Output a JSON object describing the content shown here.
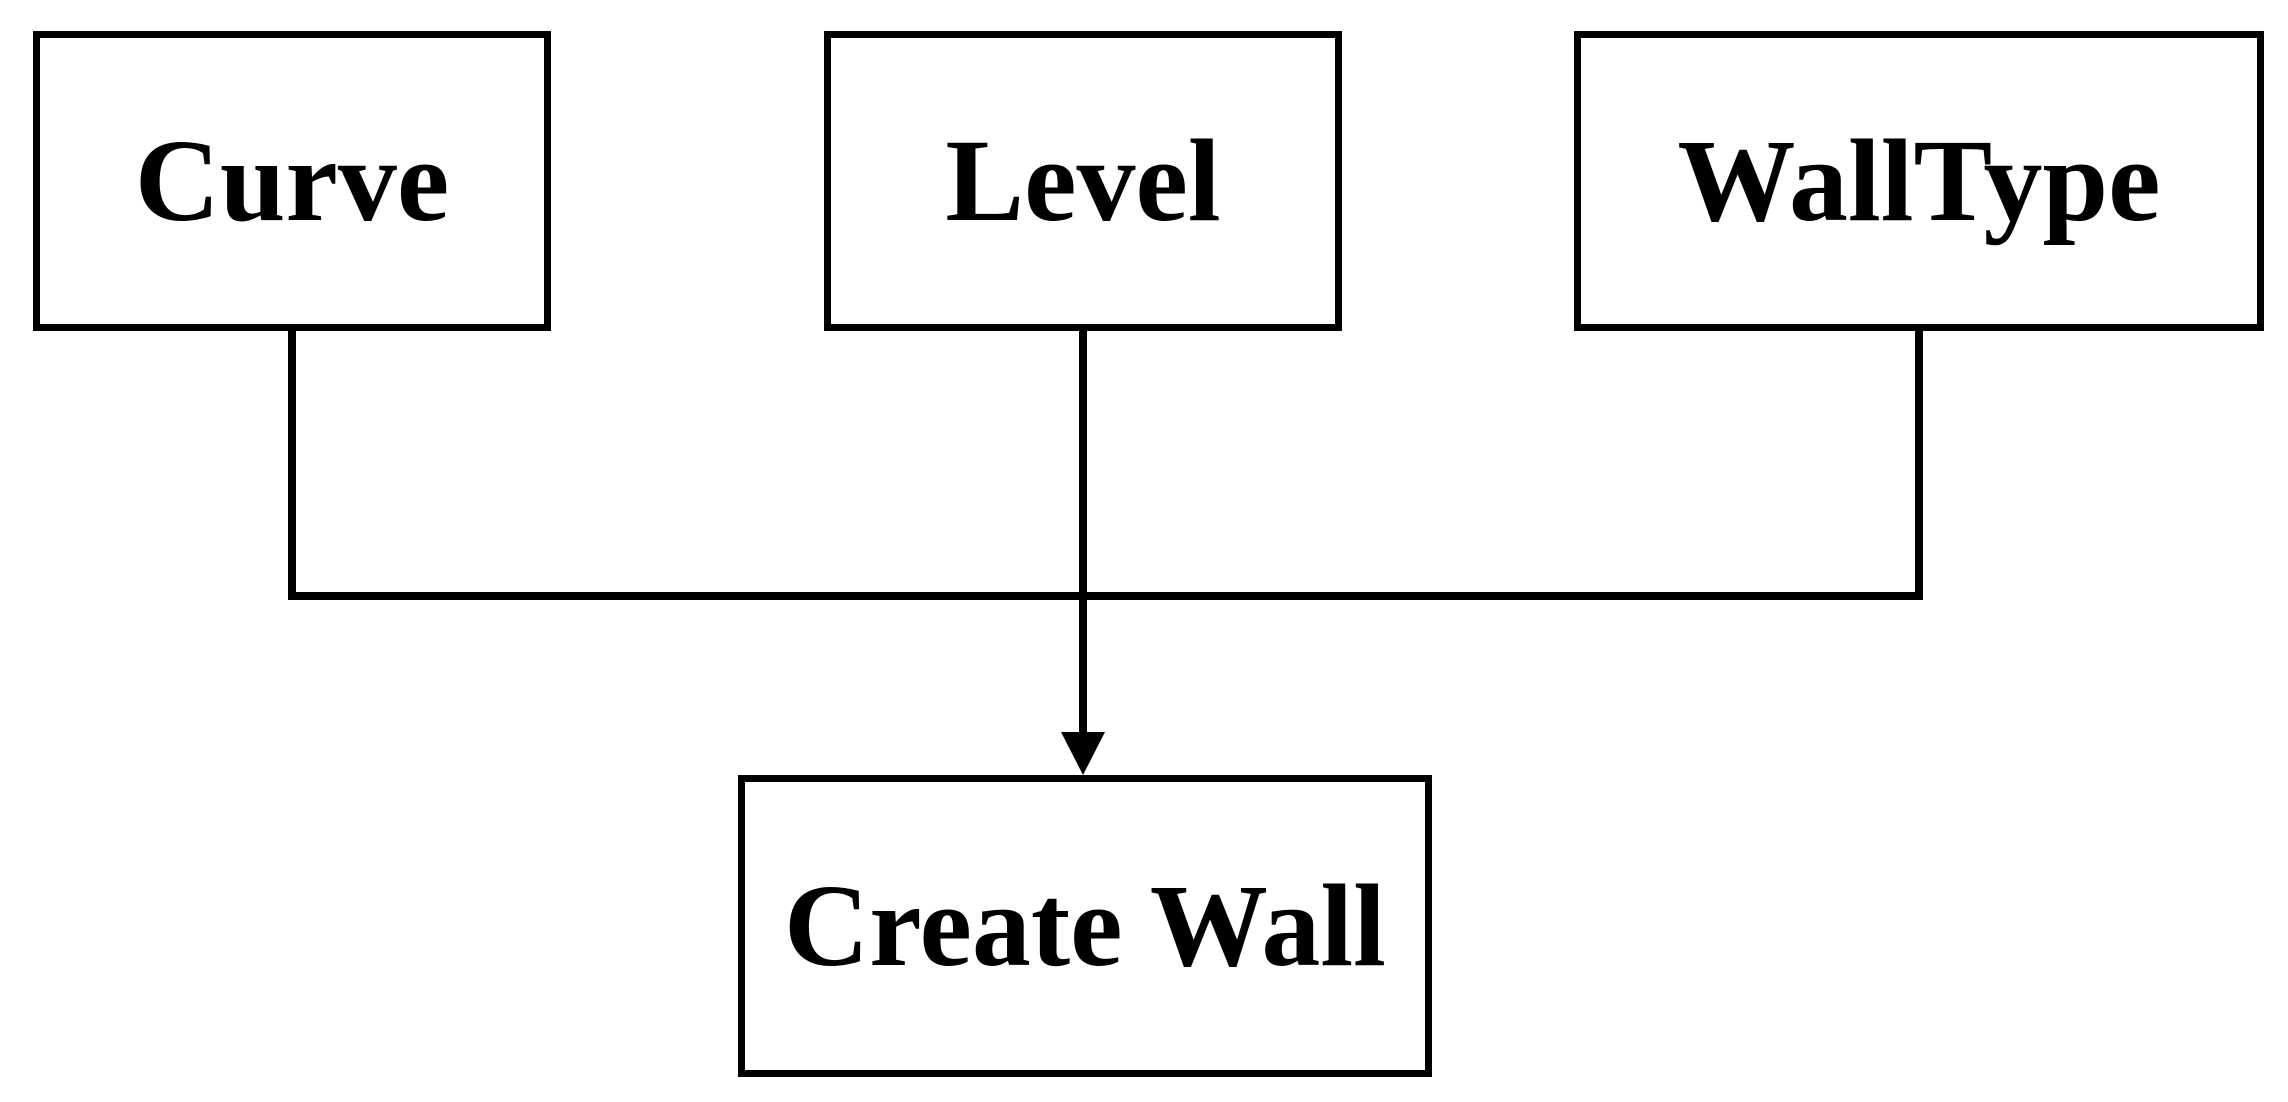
{
  "colors": {
    "line": "#000000",
    "background": "#ffffff"
  },
  "nodes": {
    "curve": {
      "label": "Curve"
    },
    "level": {
      "label": "Level"
    },
    "walltype": {
      "label": "WallType"
    },
    "create_wall": {
      "label": "Create Wall"
    }
  }
}
